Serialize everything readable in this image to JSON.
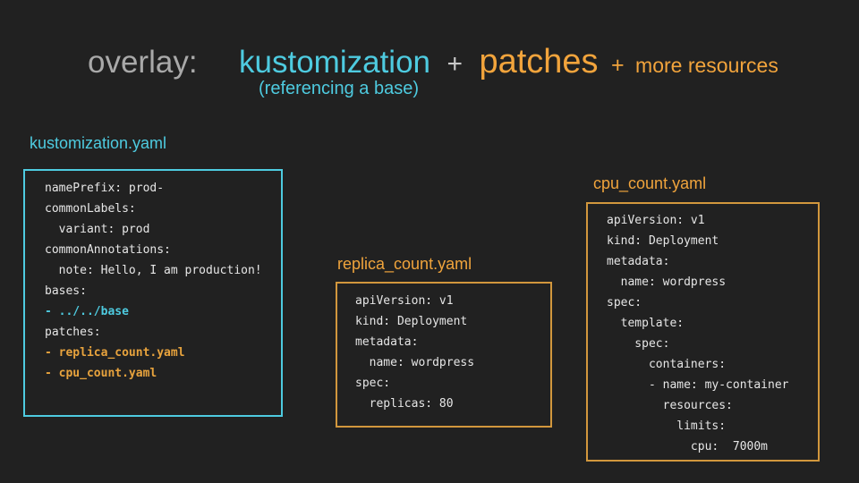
{
  "title": {
    "overlay": "overlay:",
    "kustomization": "kustomization",
    "plus1": "+",
    "patches": "patches",
    "plus2": "+",
    "more": "more resources",
    "subtitle": "(referencing a base)"
  },
  "colors": {
    "background": "#212121",
    "cyan_accent": "#4ecbe0",
    "orange_accent": "#f2a43c",
    "orange_border": "#d2973d",
    "code_text": "#e6e6e6",
    "title_gray": "#a9a9a9"
  },
  "boxes": [
    {
      "label": "kustomization.yaml",
      "accent": "cyan",
      "lines": [
        {
          "text": "namePrefix: prod-",
          "style": "plain"
        },
        {
          "text": "commonLabels:",
          "style": "plain"
        },
        {
          "text": "  variant: prod",
          "style": "plain"
        },
        {
          "text": "commonAnnotations:",
          "style": "plain"
        },
        {
          "text": "  note: Hello, I am production!",
          "style": "plain"
        },
        {
          "text": "bases:",
          "style": "plain"
        },
        {
          "text": "- ../../base",
          "style": "cyan-bold"
        },
        {
          "text": "patches:",
          "style": "plain"
        },
        {
          "text": "- replica_count.yaml",
          "style": "orange-bold"
        },
        {
          "text": "- cpu_count.yaml",
          "style": "orange-bold"
        }
      ]
    },
    {
      "label": "replica_count.yaml",
      "accent": "orange",
      "lines": [
        {
          "text": "apiVersion: v1",
          "style": "plain"
        },
        {
          "text": "kind: Deployment",
          "style": "plain"
        },
        {
          "text": "metadata:",
          "style": "plain"
        },
        {
          "text": "  name: wordpress",
          "style": "plain"
        },
        {
          "text": "spec:",
          "style": "plain"
        },
        {
          "text": "  replicas: 80",
          "style": "plain"
        }
      ]
    },
    {
      "label": "cpu_count.yaml",
      "accent": "orange",
      "lines": [
        {
          "text": "apiVersion: v1",
          "style": "plain"
        },
        {
          "text": "kind: Deployment",
          "style": "plain"
        },
        {
          "text": "metadata:",
          "style": "plain"
        },
        {
          "text": "  name: wordpress",
          "style": "plain"
        },
        {
          "text": "spec:",
          "style": "plain"
        },
        {
          "text": "  template:",
          "style": "plain"
        },
        {
          "text": "    spec:",
          "style": "plain"
        },
        {
          "text": "      containers:",
          "style": "plain"
        },
        {
          "text": "      - name: my-container",
          "style": "plain"
        },
        {
          "text": "        resources:",
          "style": "plain"
        },
        {
          "text": "          limits:",
          "style": "plain"
        },
        {
          "text": "            cpu:  7000m",
          "style": "plain"
        }
      ]
    }
  ]
}
